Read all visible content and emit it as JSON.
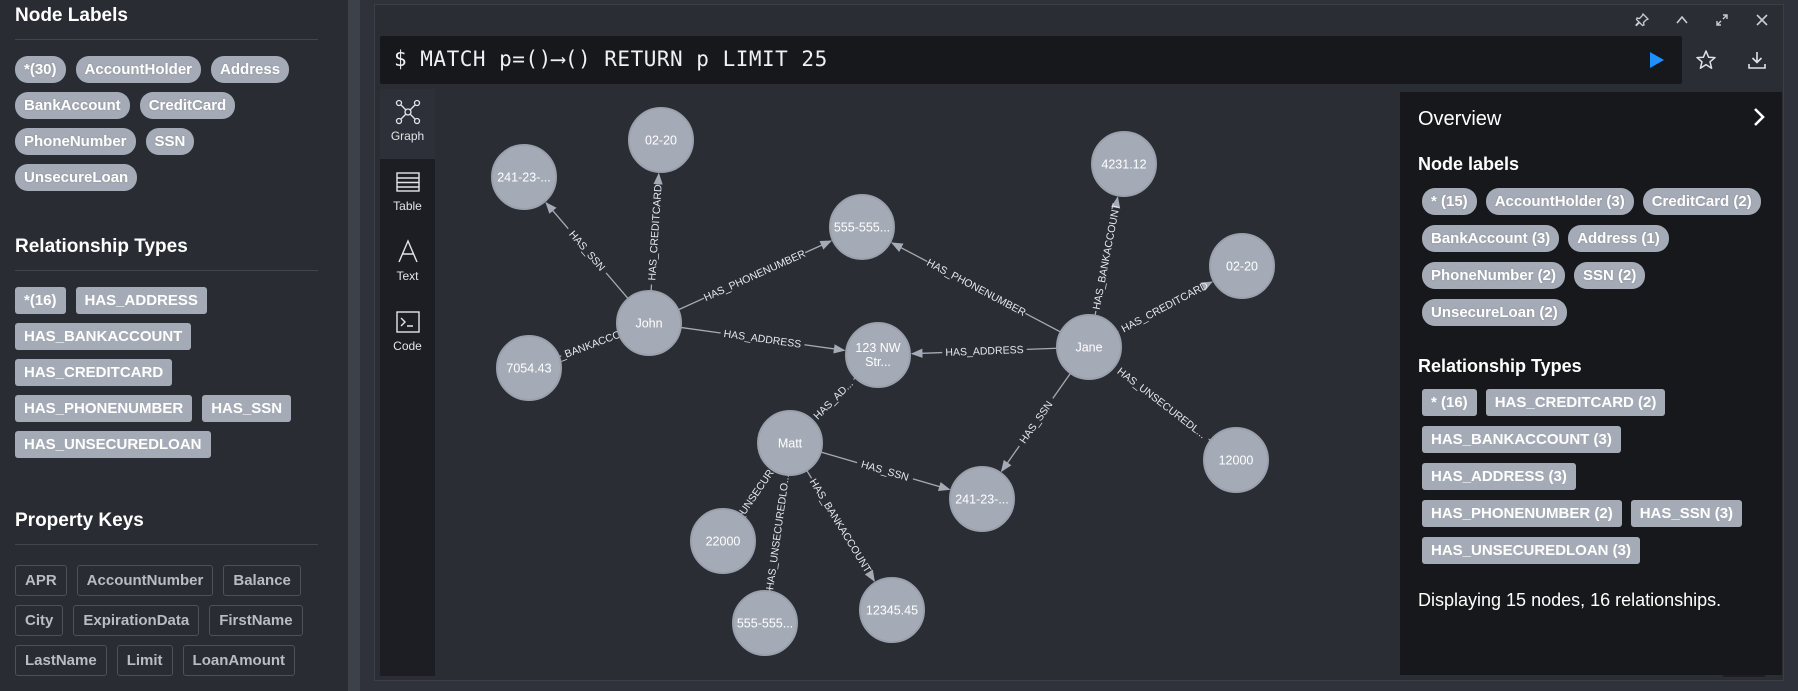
{
  "sidebar": {
    "node_labels_heading": "Node Labels",
    "node_labels": [
      "*(30)",
      "AccountHolder",
      "Address",
      "BankAccount",
      "CreditCard",
      "PhoneNumber",
      "SSN",
      "UnsecureLoan"
    ],
    "relationship_types_heading": "Relationship Types",
    "relationship_types": [
      "*(16)",
      "HAS_ADDRESS",
      "HAS_BANKACCOUNT",
      "HAS_CREDITCARD",
      "HAS_PHONENUMBER",
      "HAS_SSN",
      "HAS_UNSECUREDLOAN"
    ],
    "property_keys_heading": "Property Keys",
    "property_keys": [
      "APR",
      "AccountNumber",
      "Balance",
      "City",
      "ExpirationData",
      "FirstName",
      "LastName",
      "Limit",
      "LoanAmount"
    ]
  },
  "editor": {
    "query": "$ MATCH p=()⟶() RETURN p LIMIT 25"
  },
  "views": {
    "graph": "Graph",
    "table": "Table",
    "text": "Text",
    "code": "Code"
  },
  "graph": {
    "nodes": {
      "ssn1": "241-23-...",
      "cc1": "02-20",
      "phone1": "555-555...",
      "bal1": "4231.12",
      "cc2": "02-20",
      "john": "John",
      "acct1": "7054.43",
      "addr": "123 NW Str...",
      "jane": "Jane",
      "matt": "Matt",
      "loan1": "12000",
      "ssn2": "241-23-...",
      "loan2": "22000",
      "phone2": "555-555...",
      "bal2": "12345.45"
    },
    "edges": {
      "john_ssn": "HAS_SSN",
      "john_cc": "HAS_CREDITCARD",
      "john_phone": "HAS_PHONENUMBER",
      "john_addr": "HAS_ADDRESS",
      "john_bank": "HAS_BANKACCOUNT",
      "jane_phone": "HAS_PHONENUMBER",
      "jane_bank": "HAS_BANKACCOUNT",
      "jane_cc": "HAS_CREDITCARD",
      "jane_addr": "HAS_ADDRESS",
      "jane_ssn": "HAS_SSN",
      "jane_loan": "HAS_UNSECUREDL...",
      "matt_addr": "HAS_AD...",
      "matt_ssn": "HAS_SSN",
      "matt_loan": "HAS_UNSECUREDL...",
      "matt_loan2": "HAS_UNSECUREDLO...",
      "matt_bank": "HAS_BANKACCOUNT"
    }
  },
  "overview": {
    "title": "Overview",
    "node_labels_heading": "Node labels",
    "node_labels": [
      "* (15)",
      "AccountHolder (3)",
      "CreditCard (2)",
      "BankAccount (3)",
      "Address (1)",
      "PhoneNumber (2)",
      "SSN (2)",
      "UnsecureLoan (2)"
    ],
    "relationship_types_heading": "Relationship Types",
    "relationship_types": [
      "* (16)",
      "HAS_CREDITCARD (2)",
      "HAS_BANKACCOUNT (3)",
      "HAS_ADDRESS (3)",
      "HAS_PHONENUMBER (2)",
      "HAS_SSN (3)",
      "HAS_UNSECUREDLOAN (3)"
    ],
    "summary": "Displaying 15 nodes, 16 relationships."
  },
  "colors": {
    "node_fill": "#a5abb6",
    "node_stroke": "#9aa1ac",
    "run_button": "#1e90ff",
    "edge": "#a5abb6"
  },
  "icons": [
    "pin-icon",
    "collapse-icon",
    "expand-icon",
    "close-icon",
    "play-icon",
    "star-icon",
    "download-icon",
    "graph-icon",
    "table-icon",
    "text-icon",
    "code-icon",
    "zoom-in-icon",
    "zoom-out-icon",
    "fit-icon",
    "chevron-right-icon"
  ]
}
